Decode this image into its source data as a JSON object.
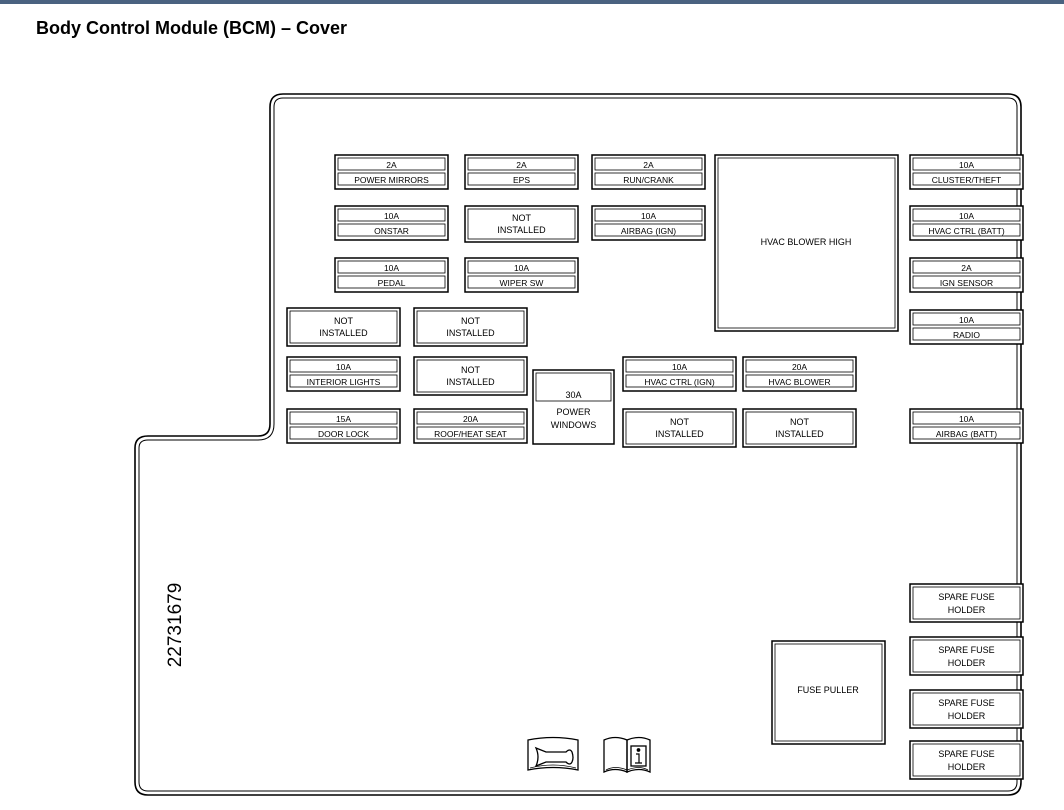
{
  "title": "Body Control Module (BCM) – Cover",
  "part_number": "22731679",
  "fuses": [
    {
      "amp": "2A",
      "label": "POWER MIRRORS"
    },
    {
      "amp": "2A",
      "label": "EPS"
    },
    {
      "amp": "2A",
      "label": "RUN/CRANK"
    },
    {
      "amp": "10A",
      "label": "CLUSTER/THEFT"
    },
    {
      "amp": "10A",
      "label": "ONSTAR"
    },
    {
      "amp": "10A",
      "label": "AIRBAG (IGN)"
    },
    {
      "amp": "10A",
      "label": "HVAC CTRL (BATT)"
    },
    {
      "amp": "10A",
      "label": "PEDAL"
    },
    {
      "amp": "10A",
      "label": "WIPER SW"
    },
    {
      "amp": "2A",
      "label": "IGN SENSOR"
    },
    {
      "amp": "10A",
      "label": "RADIO"
    },
    {
      "amp": "10A",
      "label": "INTERIOR LIGHTS"
    },
    {
      "amp": "10A",
      "label": "HVAC CTRL (IGN)"
    },
    {
      "amp": "20A",
      "label": "HVAC BLOWER"
    },
    {
      "amp": "15A",
      "label": "DOOR LOCK"
    },
    {
      "amp": "20A",
      "label": "ROOF/HEAT SEAT"
    },
    {
      "amp": "10A",
      "label": "AIRBAG (BATT)"
    }
  ],
  "not_installed": {
    "line1": "NOT",
    "line2": "INSTALLED"
  },
  "power_windows": {
    "amp": "30A",
    "line1": "POWER",
    "line2": "WINDOWS"
  },
  "hvac_blower_high": "HVAC BLOWER HIGH",
  "fuse_puller": "FUSE PULLER",
  "spare_fuse_holder": {
    "line1": "SPARE FUSE",
    "line2": "HOLDER"
  },
  "icons": [
    "service-manual-wrench-icon",
    "owner-manual-info-icon"
  ]
}
